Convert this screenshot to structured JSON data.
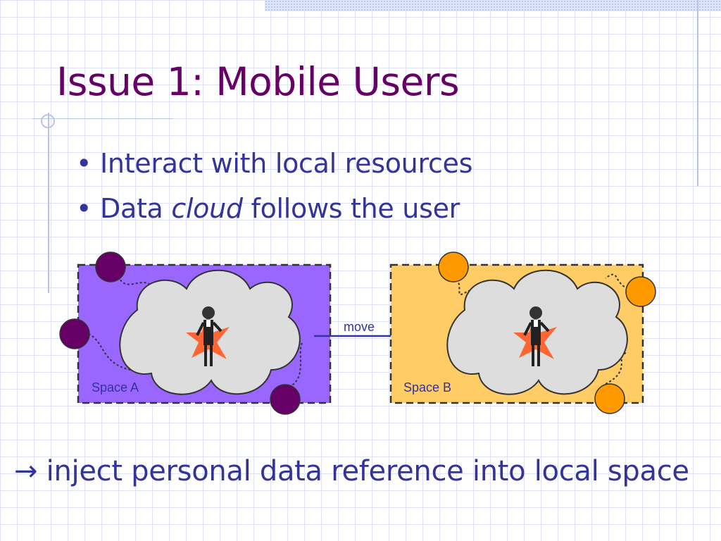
{
  "slide": {
    "title": "Issue 1: Mobile Users",
    "bullets": [
      {
        "before": "Interact with local resources",
        "emphasis": "",
        "after": ""
      },
      {
        "before": "Data ",
        "emphasis": "cloud",
        "after": " follows the user"
      }
    ],
    "conclusion": {
      "arrow": "→",
      "text": "inject personal data reference into local space"
    }
  },
  "diagram": {
    "space_a": {
      "label": "Space A",
      "fill": "#9966ff",
      "node_color": "#660066"
    },
    "space_b": {
      "label": "Space B",
      "fill": "#ffcc66",
      "node_color": "#ff9900"
    },
    "move_label": "move",
    "cloud_fill": "#dddddd",
    "accent_star": "#ff6633"
  },
  "colors": {
    "title": "#660066",
    "body_text": "#333399",
    "grid": "#dfe3f3"
  }
}
